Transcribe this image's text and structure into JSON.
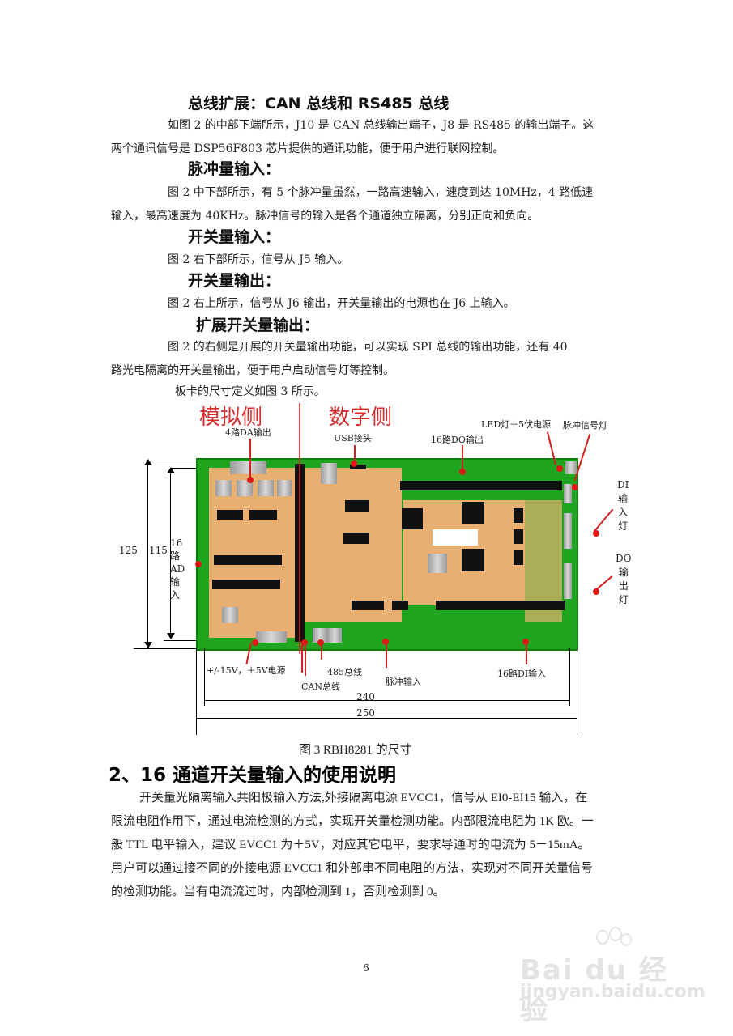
{
  "sections": {
    "bus_ext": {
      "heading": "总线扩展：CAN 总线和 RS485 总线",
      "line1": "如图 2 的中部下端所示，J10 是 CAN 总线输出端子，J8 是 RS485 的输出端子。这",
      "line2": "两个通讯信号是 DSP56F803 芯片提供的通讯功能，便于用户进行联网控制。"
    },
    "pulse_in": {
      "heading": "脉冲量输入：",
      "line1": "图 2 中下部所示，有 5 个脉冲量虽然，一路高速输入，速度到达 10MHz，4 路低速",
      "line2": "输入，最高速度为 40KHz。脉冲信号的输入是各个通道独立隔离，分别正向和负向。"
    },
    "switch_in": {
      "heading": "开关量输入：",
      "line1": "图 2 右下部所示，信号从 J5 输入。"
    },
    "switch_out": {
      "heading": "开关量输出：",
      "line1": "图 2 右上所示，信号从 J6 输出，开关量输出的电源也在 J6 上输入。"
    },
    "ext_switch_out": {
      "heading": "扩展开关量输出：",
      "line1": "图 2 的右侧是开展的开关量输出功能，可以实现 SPI 总线的输出功能，还有 40",
      "line2": "路光电隔离的开关量输出，便于用户启动信号灯等控制。",
      "line3": "板卡的尺寸定义如图 3 所示。"
    }
  },
  "figure": {
    "analog_side": "模拟侧",
    "digital_side": "数字侧",
    "labels": {
      "da_out": "4路DA输出",
      "usb": "USB接头",
      "do_out": "16路DO输出",
      "led_power": "LED灯＋5伏电源",
      "pulse_led": "脉冲信号灯",
      "di_led": [
        "DI",
        "输",
        "入",
        "灯"
      ],
      "do_led": [
        "DO",
        "输",
        "出",
        "灯"
      ],
      "ad_in": [
        "16",
        "路",
        "AD",
        "输",
        "入"
      ],
      "power": "+/-15V，＋5V电源",
      "can": "CAN总线",
      "rs485": "485总线",
      "pulse_in": "脉冲输入",
      "di_in": "16路DI输入"
    },
    "dims": {
      "height_outer": "125",
      "height_inner": "115",
      "width_inner": "240",
      "width_outer": "250"
    },
    "caption": "图 3 RBH8281 的尺寸"
  },
  "section2": {
    "heading": "2、16 通道开关量输入的使用说明",
    "line1": "开关量光隔离输入共阳极输入方法,外接隔离电源 EVCC1，信号从 EI0-EI15 输入，在",
    "line2": "限流电阻作用下，通过电流检测的方式，实现开关量检测功能。内部限流电阻为 1K 欧。一",
    "line3": "般 TTL 电平输入，建议 EVCC1 为＋5V，对应其它电平，要求导通时的电流为 5－15mA。",
    "line4": "用户可以通过接不同的外接电源 EVCC1 和外部串不同电阻的方法，实现对不同开关量信号",
    "line5": "的检测功能。当有电流流过时，内部检测到 1，否则检测到 0。"
  },
  "footer": {
    "page_number": "6",
    "watermark_brand": "Bai du 经验",
    "watermark_url": "jingyan.baidu.com"
  }
}
